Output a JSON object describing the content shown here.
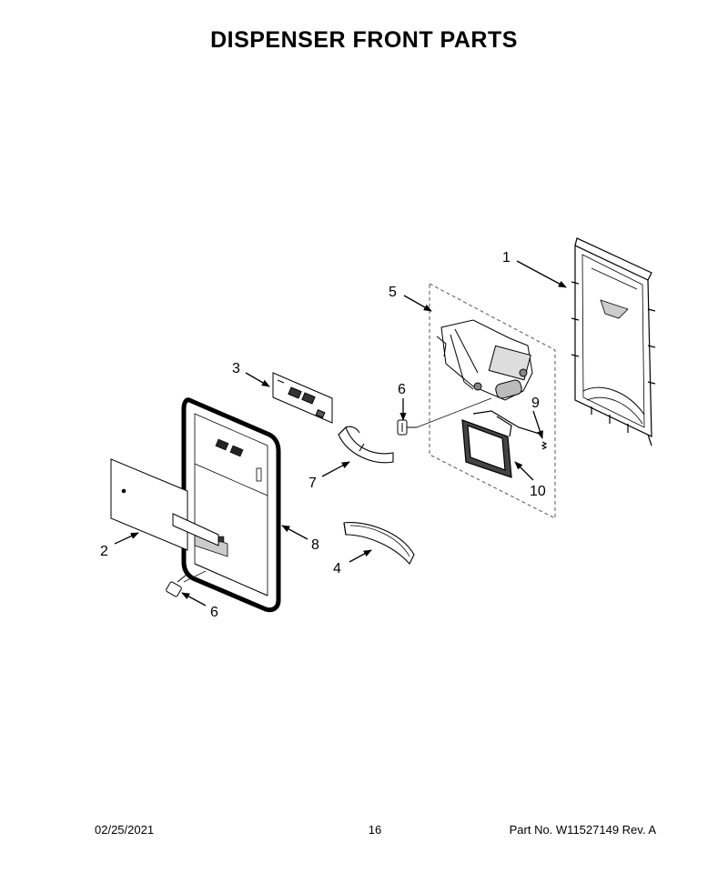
{
  "title": "DISPENSER FRONT PARTS",
  "callouts": {
    "c1": "1",
    "c2": "2",
    "c3": "3",
    "c4": "4",
    "c5": "5",
    "c6a": "6",
    "c6b": "6",
    "c7": "7",
    "c8": "8",
    "c9": "9",
    "c10": "10"
  },
  "footer": {
    "date": "02/25/2021",
    "page": "16",
    "part_no": "Part No.  W11527149  Rev.  A"
  }
}
